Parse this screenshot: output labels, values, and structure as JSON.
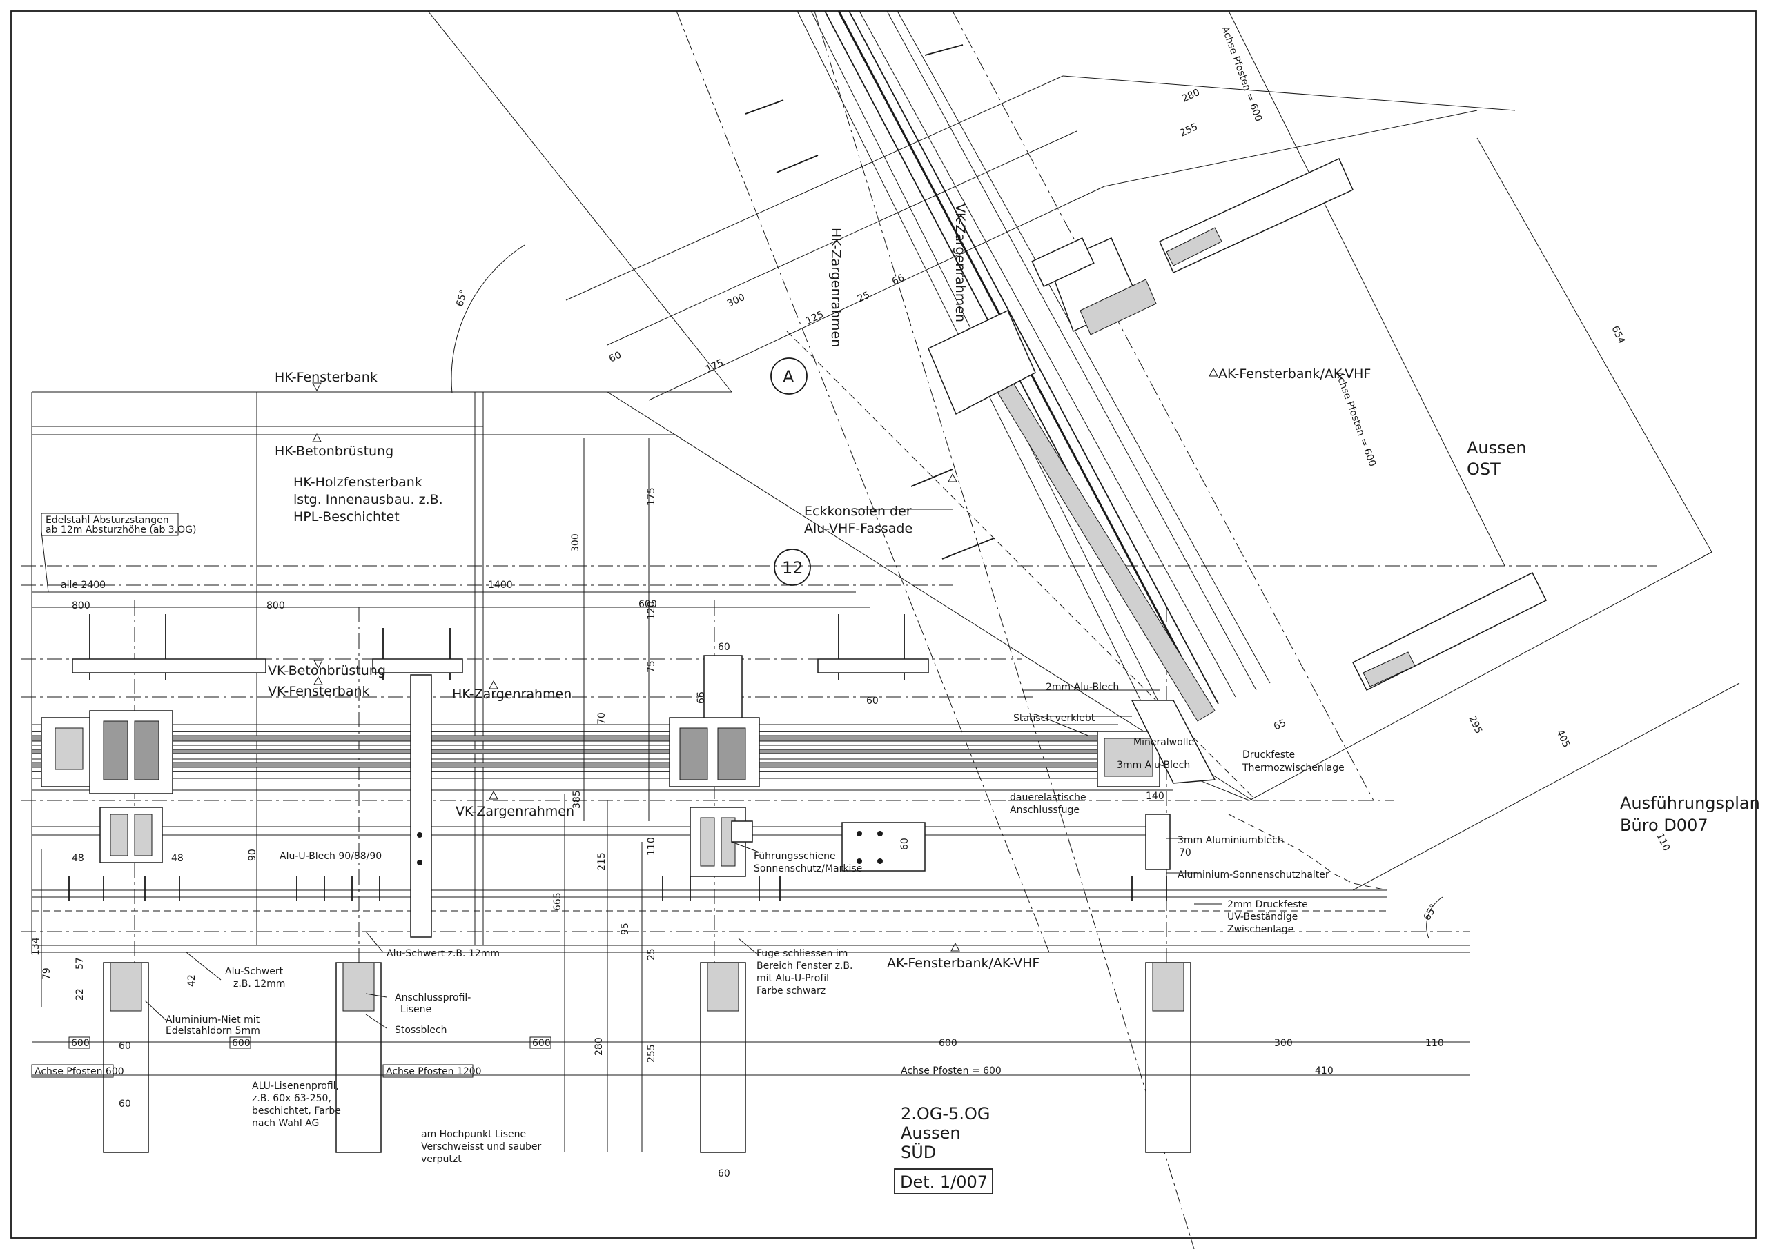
{
  "labels": {
    "hk_fensterbank": "HK-Fensterbank",
    "hk_betonbruestung": "HK-Betonbrüstung",
    "hk_holz_1": "HK-Holzfensterbank",
    "hk_holz_2": "lstg. Innenausbau. z.B.",
    "hk_holz_3": "HPL-Beschichtet",
    "edelstahl_1": "Edelstahl Absturzstangen",
    "edelstahl_2": "ab 12m Absturzhöhe (ab 3.OG)",
    "vk_betonbruestung": "VK-Betonbrüstung",
    "vk_fensterbank": "VK-Fensterbank",
    "hk_zargenrahmen": "HK-Zargenrahmen",
    "vk_zargenrahmen": "VK-Zargenrahmen",
    "hk_zargenrahmen_diag": "HK-Zargenrahmen",
    "vk_zargenrahmen_diag": "VK-Zargenrahmen",
    "alu_u_blech": "Alu-U-Blech 90/88/90",
    "eckkonsolen_1": "Eckkonsolen der",
    "eckkonsolen_2": "Alu-VHF-Fassade",
    "ak_fensterbank_top": "AK-Fensterbank/AK-VHF",
    "ak_fensterbank_bottom": "AK-Fensterbank/AK-VHF",
    "aussen_ost_1": "Aussen",
    "aussen_ost_2": "OST",
    "plan_1": "Ausführungsplan",
    "plan_2": "Büro D007",
    "alu_blech_2mm": "2mm Alu-Blech",
    "statisch": "Statisch verklebt",
    "mineralwolle": "Mineralwolle",
    "alu_blech_3mm_small": "3mm Alu-Blech",
    "druckfeste_1": "Druckfeste",
    "druckfeste_2": "Thermozwischenlage",
    "dauerelastisch_1": "dauerelastische",
    "dauerelastisch_2": "Anschlussfuge",
    "aluminiumblech_3mm": "3mm Aluminiumblech",
    "sonnenschutzhalter": "Aluminium-Sonnenschutzhalter",
    "druckfeste_2mm_1": "2mm Druckfeste",
    "druckfeste_2mm_2": "UV-Beständige",
    "druckfeste_2mm_3": "Zwischenlage",
    "fuehrungsschiene_1": "Führungsschiene",
    "fuehrungsschiene_2": "Sonnenschutz/Markise",
    "alu_schwert_1": "Alu-Schwert",
    "alu_schwert_2": "z.B. 12mm",
    "alu_schwert_mid": "Alu-Schwert z.B. 12mm",
    "niet_1": "Aluminium-Niet mit",
    "niet_2": "Edelstahldorn 5mm",
    "anschluss_1": "Anschlussprofil-",
    "anschluss_2": "Lisene",
    "stossblech": "Stossblech",
    "fuge_1": "Fuge schliessen im",
    "fuge_2": "Bereich Fenster z.B.",
    "fuge_3": "mit Alu-U-Profil",
    "fuge_4": "Farbe schwarz",
    "lisenen_1": "ALU-Lisenenprofil,",
    "lisenen_2": "z.B. 60x 63-250,",
    "lisenen_3": "beschichtet, Farbe",
    "lisenen_4": "nach Wahl AG",
    "hochpunkt_1": "am Hochpunkt Lisene",
    "hochpunkt_2": "Verschweisst und sauber",
    "hochpunkt_3": "verputzt",
    "achse_pfosten_600": "Achse Pfosten 600",
    "achse_pfosten_1200": "Achse Pfosten 1200",
    "achse_pfosten_eq": "Achse Pfosten = 600",
    "achse_pfosten_diag_1": "Achse Pfosten = 600",
    "achse_pfosten_diag_2": "Achse Pfosten = 600",
    "south_1": "2.OG-5.OG",
    "south_2": "Aussen",
    "south_3": "SÜD",
    "detail_ref": "Det. 1/007",
    "marker_a": "A",
    "marker_12": "12",
    "angle_65a": "65°",
    "angle_65b": "65°"
  },
  "dimensions": {
    "d_2400": "alle 2400",
    "d_1400": "1400",
    "d_800a": "800",
    "d_800b": "800",
    "d_600top": "600",
    "d_300v": "300",
    "d_175v": "175",
    "d_120v": "120",
    "d_75v": "75",
    "d_70v": "70",
    "d_66v": "66",
    "d_385v": "385",
    "d_215v": "215",
    "d_665v": "665",
    "d_280v": "280",
    "d_255v": "255",
    "d_95v": "95",
    "d_25v": "25",
    "d_110v": "110",
    "d_90v": "90",
    "d_60v": "60",
    "d_48a": "48",
    "d_48b": "48",
    "d_60a": "60",
    "d_60b": "60",
    "d_60c": "60",
    "d_60bot": "60",
    "d_60x": "60",
    "d_600a": "600",
    "d_600b": "600",
    "d_600c": "600",
    "d_600d": "600",
    "d_300h": "300",
    "d_110h": "110",
    "d_410h": "410",
    "d_140": "140",
    "d_70h": "70",
    "d_134": "134",
    "d_79": "79",
    "d_57": "57",
    "d_22": "22",
    "d_42": "42",
    "d_diag_280": "280",
    "d_diag_255": "255",
    "d_diag_300": "300",
    "d_diag_125": "125",
    "d_diag_175": "175",
    "d_diag_60": "60",
    "d_diag_25": "25",
    "d_diag_66": "66",
    "d_diag_654": "654",
    "d_diag_405": "405",
    "d_diag_295": "295",
    "d_diag_110": "110",
    "d_diag_65": "65"
  }
}
